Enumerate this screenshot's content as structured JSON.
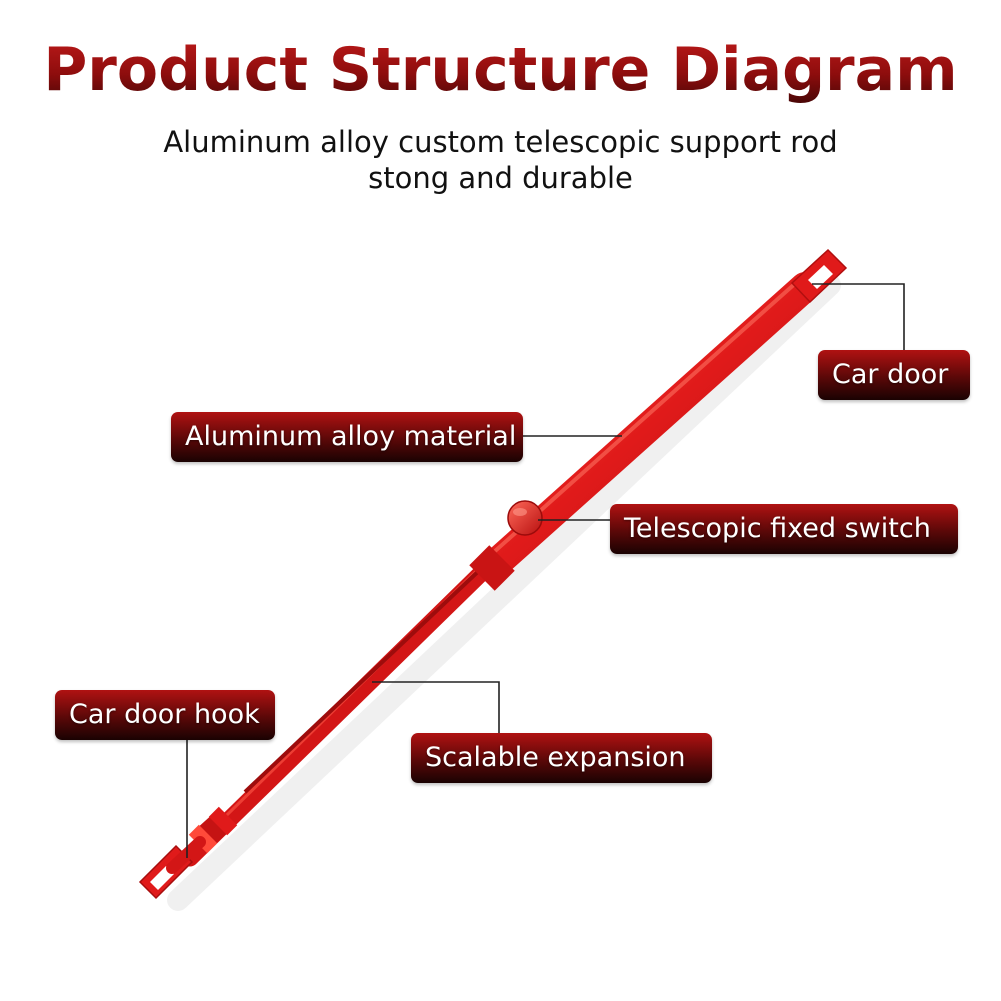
{
  "header": {
    "title": "Product Structure Diagram",
    "subtitle_line1": "Aluminum alloy custom telescopic support rod",
    "subtitle_line2": "stong and durable"
  },
  "labels": {
    "car_door": "Car door",
    "aluminum_alloy_material": "Aluminum alloy material",
    "telescopic_fixed_switch": "Telescopic fixed switch",
    "car_door_hook": "Car door hook",
    "scalable_expansion": "Scalable expansion"
  },
  "colors": {
    "rod_red": "#e01a1a",
    "label_dark_red": "#5a0808",
    "title_red": "#a81414",
    "leader_line": "#222222"
  }
}
